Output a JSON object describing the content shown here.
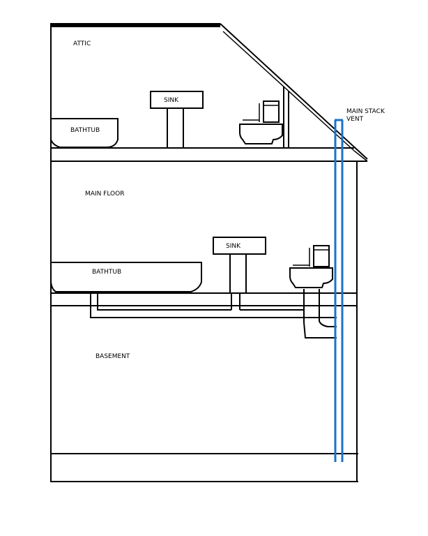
{
  "labels": {
    "attic": "ATTIC",
    "main_floor": "MAIN FLOOR",
    "basement": "BASEMENT",
    "vent_line1": "MAIN STACK",
    "vent_line2": "VENT",
    "attic_sink": "SINK",
    "attic_bathtub": "BATHTUB",
    "main_sink": "SINK",
    "main_bathtub": "BATHTUB"
  },
  "colors": {
    "vent_stack": "#1a73c8",
    "outline": "#000000",
    "background": "#ffffff"
  }
}
